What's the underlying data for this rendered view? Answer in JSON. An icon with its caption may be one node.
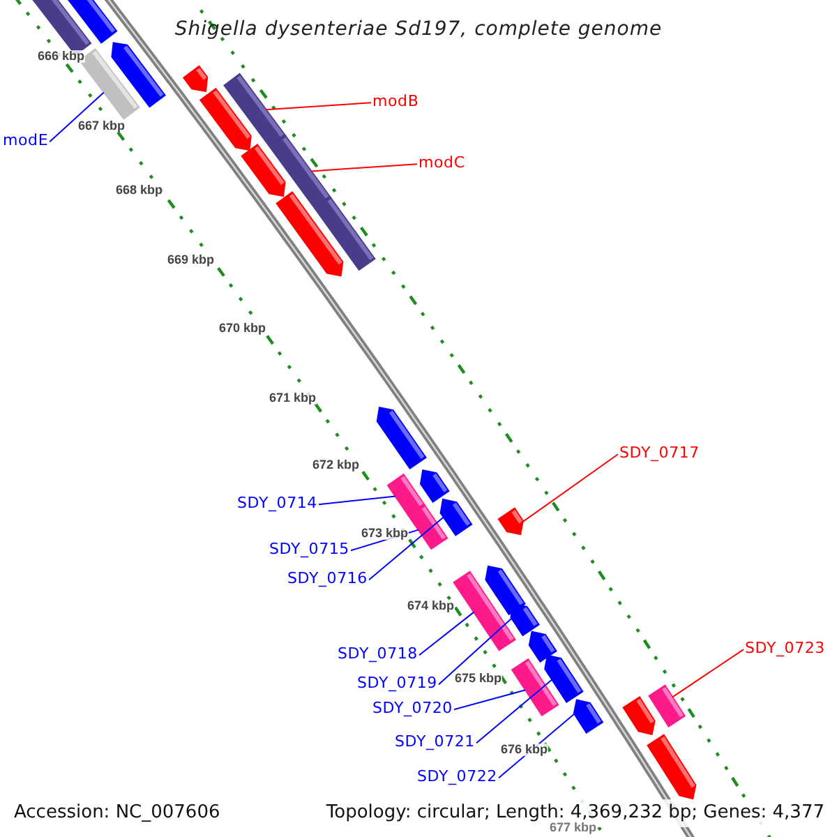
{
  "diagram": {
    "title": "Shigella dysenteriae Sd197, complete genome",
    "nodes": [
      {
        "text": [
          "modB"
        ]
      },
      {
        "text": [
          "modC"
        ]
      },
      {
        "text": [
          "modE"
        ]
      },
      {
        "text": [
          "SDY_0714"
        ]
      },
      {
        "text": [
          "SDY_0715"
        ]
      },
      {
        "text": [
          "SDY_0716"
        ]
      },
      {
        "text": [
          "SDY_0717"
        ]
      },
      {
        "text": [
          "SDY_0718"
        ]
      },
      {
        "text": [
          "SDY_0719"
        ]
      },
      {
        "text": [
          "SDY_0720"
        ]
      },
      {
        "text": [
          "SDY_0721"
        ]
      },
      {
        "text": [
          "SDY_0722"
        ]
      },
      {
        "text": [
          "SDY_0723"
        ]
      },
      {
        "text": [],
        "shape": "bar"
      },
      {
        "text": [],
        "shape": "pentagon"
      },
      {
        "text": [],
        "shape": "pentagon"
      },
      {
        "text": [],
        "shape": "bar"
      },
      {
        "text": [],
        "shape": "pentagon"
      },
      {
        "text": [],
        "shape": "bar"
      },
      {
        "text": [],
        "shape": "pentagon"
      },
      {
        "text": [],
        "shape": "bar"
      },
      {
        "text": [],
        "shape": "pentagon"
      },
      {
        "text": [],
        "shape": "pentagon"
      },
      {
        "text": [],
        "shape": "bar"
      },
      {
        "text": [],
        "shape": "pentagon"
      },
      {
        "text": [],
        "shape": "pentagon"
      },
      {
        "text": [],
        "shape": "bar"
      },
      {
        "text": [],
        "shape": "pentagon"
      },
      {
        "text": [],
        "shape": "bar"
      },
      {
        "text": [],
        "shape": "pentagon"
      },
      {
        "text": [],
        "shape": "pentagon"
      },
      {
        "text": [],
        "shape": "bar"
      },
      {
        "text": [],
        "shape": "pentagon"
      },
      {
        "text": [],
        "shape": "pentagon"
      },
      {
        "text": [],
        "shape": "pentagon"
      },
      {
        "text": [],
        "shape": "bar"
      },
      {
        "text": [],
        "shape": "bar"
      },
      {
        "text": [],
        "shape": "pentagon"
      },
      {
        "text": [],
        "shape": "pentagon"
      },
      {
        "text": [],
        "shape": "pentagon"
      }
    ],
    "edges": [
      {
        "from": 0,
        "to": 18,
        "arrow": "none",
        "color": "#ff0000"
      },
      {
        "from": 1,
        "to": 20,
        "arrow": "none",
        "color": "#ff0000"
      },
      {
        "from": 2,
        "to": 16,
        "arrow": "none"
      },
      {
        "from": 3,
        "to": 26,
        "arrow": "none"
      },
      {
        "from": 4,
        "to": 28,
        "arrow": "none"
      },
      {
        "from": 5,
        "to": 27,
        "arrow": "none"
      },
      {
        "from": 6,
        "to": 29,
        "arrow": "none",
        "color": "#ff0000"
      },
      {
        "from": 7,
        "to": 31,
        "arrow": "none"
      },
      {
        "from": 8,
        "to": 32,
        "arrow": "none"
      },
      {
        "from": 9,
        "to": 35,
        "arrow": "none"
      },
      {
        "from": 10,
        "to": 34,
        "arrow": "none"
      },
      {
        "from": 11,
        "to": 37,
        "arrow": "none"
      },
      {
        "from": 12,
        "to": 36,
        "arrow": "none",
        "color": "#ff0000"
      }
    ],
    "labels": [
      "666 kbp",
      "667 kbp",
      "668 kbp",
      "669 kbp",
      "670 kbp",
      "671 kbp",
      "672 kbp",
      "673 kbp",
      "674 kbp",
      "675 kbp",
      "676 kbp",
      "677 kbp",
      "Accession: NC_007606",
      "Topology: circular; Length: 4,369,232 bp; Genes: 4,377"
    ]
  }
}
